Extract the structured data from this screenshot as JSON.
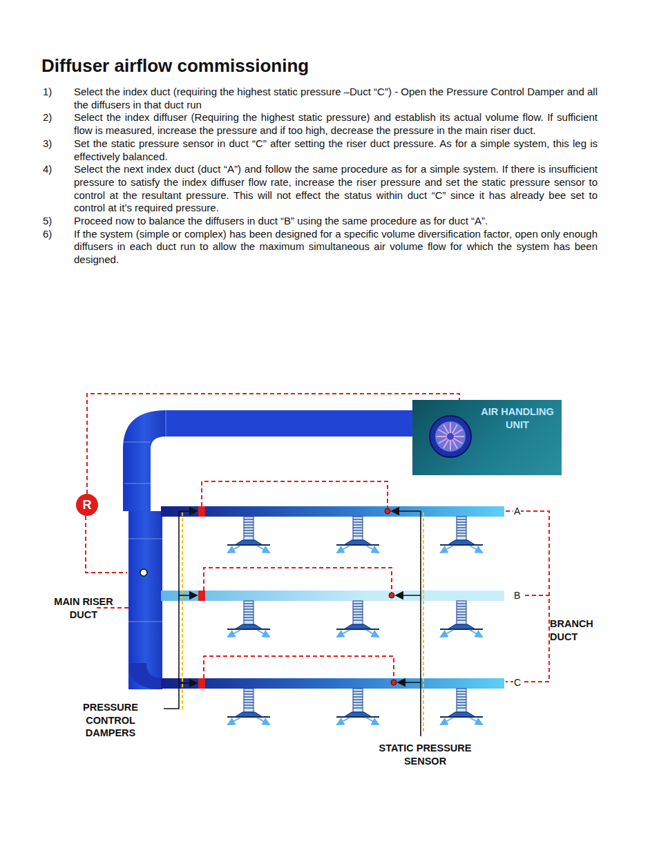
{
  "diagram": {
    "title": "Diffuser airflow commissioning",
    "nodes": [
      {
        "text": [
          "AIR HANDLING UNIT"
        ]
      },
      {
        "text": [
          "R"
        ]
      }
    ],
    "edges": [
      {
        "from": 1,
        "to": 0,
        "arrow": "none"
      }
    ],
    "labels": [
      "1)",
      "Select the index duct (requiring the highest static pressure –Duct “C”) - Open the Pressure Control Damper and all the diffusers in that duct run",
      "2)",
      "Select the index diffuser (Requiring the highest static pressure) and establish its actual volume flow. If sufficient flow is measured, increase the pressure and if too high, decrease the pressure in the main riser duct.",
      "3)",
      "Set the static pressure sensor in duct “C” after setting the riser duct pressure. As for a simple system, this leg is effectively balanced.",
      "4)",
      "Select the next index duct (duct “A”) and follow the same procedure as for a simple system. If there is insufficient pressure to satisfy the index diffuser flow rate, increase the riser pressure and set the static pressure sensor to control at the resultant pressure. This will not effect the status within duct “C” since it has already bee set to control at it’s required pressure.",
      "5)",
      "Proceed now to balance the diffusers in duct “B” using the same procedure as for duct “A”.",
      "6)",
      "If the system (simple or complex) has been designed for a specific volume diversification factor, open only enough diffusers in each duct run to allow the maximum simultaneous air volume flow for which the system has been designed.",
      "MAIN RISER DUCT",
      "PRESSURE CONTROL DAMPERS",
      "STATIC PRESSURE SENSOR",
      "BRANCH DUCT",
      "A",
      "B",
      "C"
    ]
  }
}
